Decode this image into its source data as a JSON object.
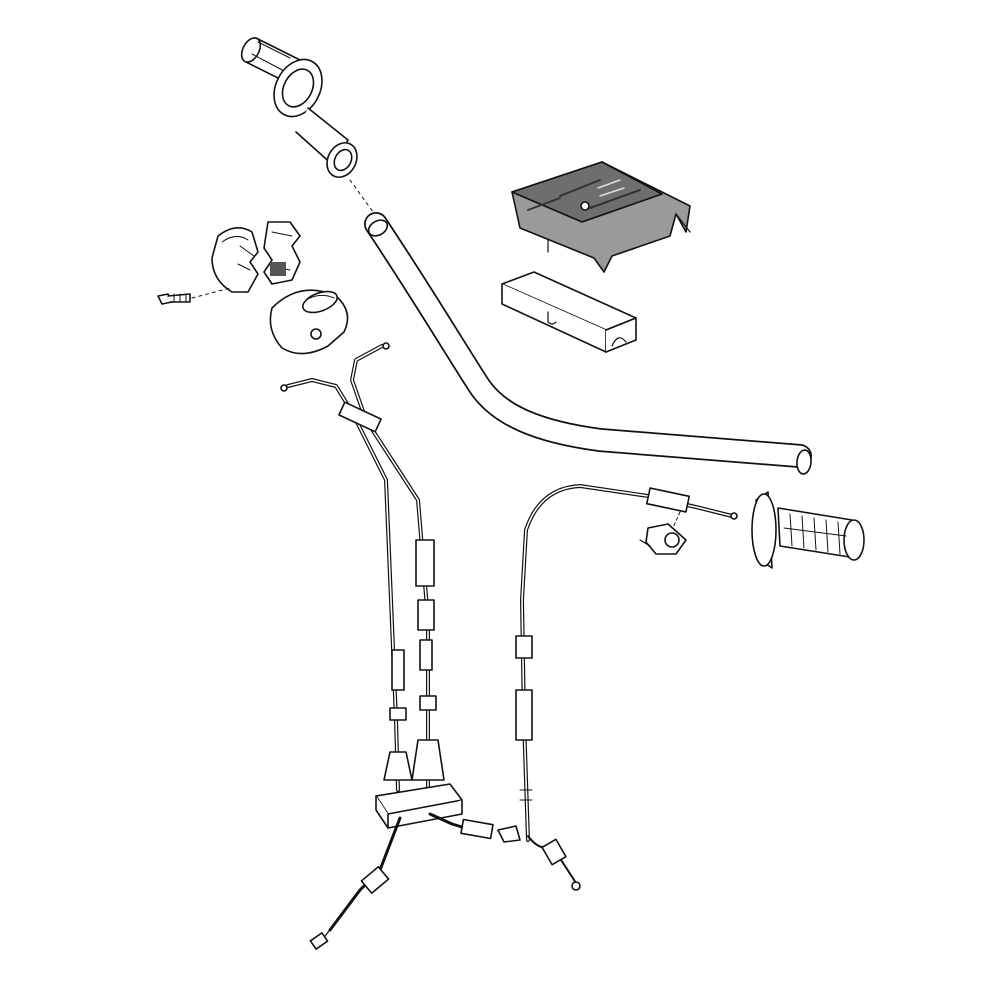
{
  "diagram": {
    "background": "#ffffff",
    "line_color": "#111111",
    "shade_color": "#9a9a9a",
    "parts": [
      {
        "name": "left-handlebar-grip"
      },
      {
        "name": "throttle-housing-halves"
      },
      {
        "name": "housing-screw"
      },
      {
        "name": "throttle-housing-cap"
      },
      {
        "name": "handlebar"
      },
      {
        "name": "handlebar-clamp-pad"
      },
      {
        "name": "handlebar-foam-pad"
      },
      {
        "name": "throttle-cables"
      },
      {
        "name": "cable-junction-block"
      },
      {
        "name": "clutch-cable"
      },
      {
        "name": "cable-adjuster"
      },
      {
        "name": "right-handlebar-grip"
      }
    ]
  }
}
